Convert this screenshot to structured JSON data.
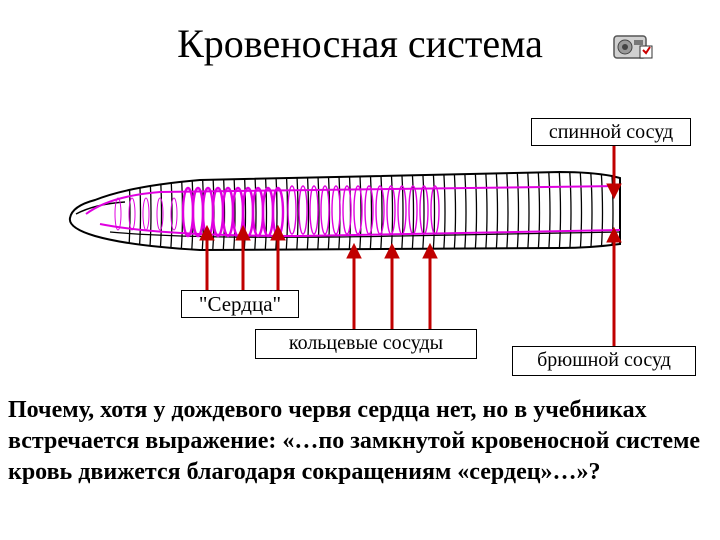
{
  "title": "Кровеносная система",
  "icons": {
    "speaker": "speaker-icon"
  },
  "labels": {
    "dorsal": "спинной сосуд",
    "hearts": "\"Сердца\"",
    "ring": "кольцевые сосуды",
    "ventral": "брюшной сосуд"
  },
  "question": "Почему, хотя у дождевого червя сердца нет, но в учебниках встречается выражение: «…по замкнутой кровеносной системе кровь движется благодаря сокращениям «сердец»…»?",
  "colors": {
    "vessels": "#e000e0",
    "arrows": "#c00000",
    "outline": "#000000"
  }
}
